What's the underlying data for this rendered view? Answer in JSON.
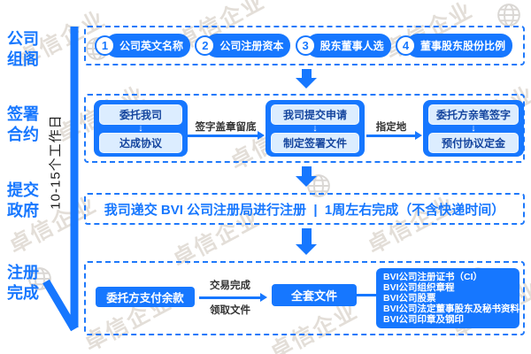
{
  "colors": {
    "primary_blue": "#1677ff",
    "dashed_border_blue": "#1f79fb",
    "inner_box_bg": "#dcedff",
    "inner_box_text": "#14459e",
    "arrow_label_text": "#333333",
    "watermark": "#c9bfb2"
  },
  "watermark": {
    "text": "卓信企业"
  },
  "sidebar": {
    "timeline_label": "10-15个工作日",
    "stages": [
      {
        "label": "公司组阁"
      },
      {
        "label": "签署合约"
      },
      {
        "label": "提交政府"
      },
      {
        "label": "注册完成"
      }
    ]
  },
  "stage1": {
    "items": [
      {
        "num": "1",
        "label": "公司英文名称"
      },
      {
        "num": "2",
        "label": "公司注册资本"
      },
      {
        "num": "3",
        "label": "股东董事人选"
      },
      {
        "num": "4",
        "label": "董事股东股份比例"
      }
    ]
  },
  "stage2": {
    "groups": [
      {
        "top": "委托我司",
        "bottom": "达成协议"
      },
      {
        "top": "我司提交申请",
        "bottom": "制定签署文件"
      },
      {
        "top": "委托方亲笔签字",
        "bottom": "预付协议定金"
      }
    ],
    "arrows": [
      {
        "label": "签字盖章留底"
      },
      {
        "label": "指定地"
      }
    ]
  },
  "stage3": {
    "text": "我司递交 BVI 公司注册局进行注册  |  1周左右完成（不含快递时间）"
  },
  "stage4": {
    "pay_label": "委托方支付余款",
    "arrow_label_top": "交易完成",
    "arrow_label_bottom": "领取文件",
    "docs_label": "全套文件",
    "docs_list": [
      "BVI公司注册证书（CI）",
      "BVI公司组织章程",
      "BVI公司股票",
      "BVI公司法定董事股东及秘书资料",
      "BVI公司印章及钢印"
    ]
  },
  "icons": {
    "down_arrow": "↓"
  }
}
